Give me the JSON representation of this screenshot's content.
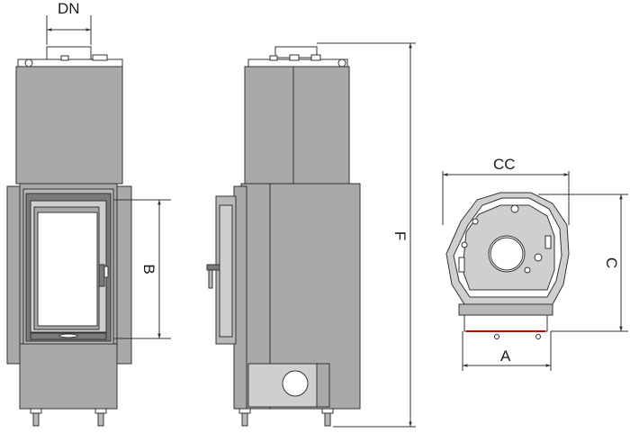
{
  "labels": {
    "dn": "DN",
    "b": "B",
    "f": "F",
    "cc": "CC",
    "c": "C",
    "a": "A"
  },
  "colors": {
    "body_fill": "#a9a9a9",
    "outline": "#333333",
    "accent_red": "#cc0000"
  }
}
